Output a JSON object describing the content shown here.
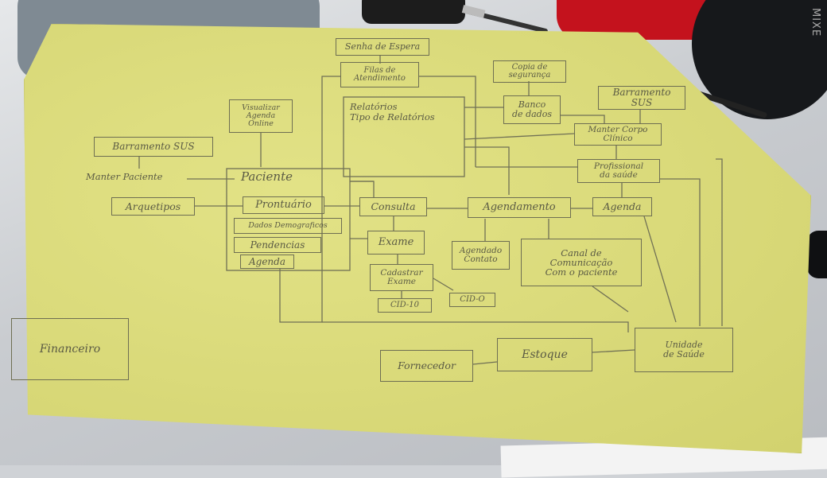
{
  "diagram": {
    "nodes": {
      "senha_espera": "Senha de Espera",
      "fila_atendimento": "Filas de\nAtendimento",
      "copia_seguranca": "Copia de\nsegurança",
      "barramento_sus_top": "Barramento\nSUS",
      "visualizar_agenda": "Visualizar\nAgenda\nOnline",
      "relatorios": "Relatórios\nTipo de Relatórios",
      "banco_dados": "Banco\nde dados",
      "manter_corpo_clinico": "Manter Corpo\nClínico",
      "barramento_sus_left": "Barramento SUS",
      "manter_paciente": "Manter Paciente",
      "profissional_saude": "Profissional\nda saúde",
      "paciente": "Paciente",
      "arquetipos": "Arquetipos",
      "prontuario": "Prontuário",
      "dados_demograficos": "Dados Demograficos",
      "pendencias": "Pendencias",
      "agenda_paciente": "Agenda",
      "consulta": "Consulta",
      "agendamento": "Agendamento",
      "agenda_right": "Agenda",
      "exame": "Exame",
      "agendado_contato": "Agendado\nContato",
      "canal_comunicacao": "Canal de\nComunicação\nCom o paciente",
      "cadastrar_exame": "Cadastrar\nExame",
      "cid10": "CID-10",
      "cid0": "CID-O",
      "unidade_saude": "Unidade\nde Saúde",
      "financeiro": "Financeiro",
      "fornecedor": "Fornecedor",
      "estoque": "Estoque"
    },
    "background_text": {
      "mixer": "MIXE"
    }
  }
}
